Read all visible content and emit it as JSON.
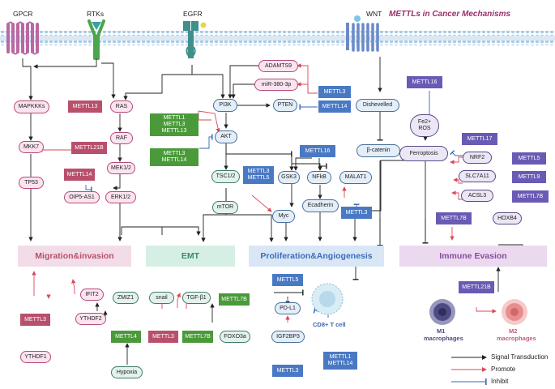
{
  "title": "METTLs in Cancer Mechanisms",
  "receptors": {
    "gpcr": "GPCR",
    "rtks": "RTKs",
    "egfr": "EGFR",
    "wnt": "WNT"
  },
  "nodes": {
    "mapkkks": "MAPKKKs",
    "mkk7": "MKK7",
    "tp53": "TP53",
    "ras": "RAS",
    "raf": "RAF",
    "mek12": "MEK1/2",
    "erk12": "ERK1/2",
    "oip5as1": "OIP5-AS1",
    "adamts9": "ADAMTS9",
    "mir380": "miR-380-3p",
    "pi3k": "PI3K",
    "pten": "PTEN",
    "akt": "AKT",
    "tsc12": "TSC1/2",
    "mtor": "mTOR",
    "gsk3": "GSK3",
    "nfkb": "NFkB",
    "malat1": "MALAT1",
    "myc": "Myc",
    "ecadherin": "Ecadherin",
    "dishevelled": "Dishevelled",
    "bcatenin": "β-catenin",
    "fe2ros_1": "Fe2+",
    "fe2ros_2": "ROS",
    "ferroptosis": "Ferroptosis",
    "nrf2": "NRF2",
    "slc7a11": "SLC7A11",
    "acsl3": "ACSL3",
    "hoxb4": "HOXB4",
    "ifit2": "IFIT2",
    "ythdf2": "YTHDF2",
    "ythdf1": "YTHDF1",
    "zmiz1": "ZMIZ1",
    "snail": "snail",
    "tgfb1": "TGF-β1",
    "foxo3a": "FOXO3a",
    "hypoxia": "Hypoxia",
    "pdl1": "PD-L1",
    "igf2bp3": "IGF2BP3"
  },
  "mettl": {
    "mettl13_ras": "METTL13",
    "mettl21b_mkk7": "METTL21B",
    "mettl14_oip": "METTL14",
    "mettl_akt_1": "METTL1",
    "mettl_akt_2": "METTL3",
    "mettl_akt_3": "METTL13",
    "mettl_akt2_1": "METTL3",
    "mettl_akt2_2": "METTL14",
    "mettl3_mir": "METTL3",
    "mettl14_pten": "METTL14",
    "mettl35_1": "METTL3",
    "mettl35_2": "METTL5",
    "mettl3_malat1": "METTL3",
    "mettl16_bcat": "METTL16",
    "mettl16_fe": "METTL16",
    "mettl17": "METTL17",
    "mettl5_nrf2": "METTL5",
    "mettl9": "METTL9",
    "mettl7b_acsl3": "METTL7B",
    "mettl7b_hoxb4": "METTL7B",
    "mettl3_mig": "METTL3",
    "mettl4": "METTL4",
    "mettl3_snail": "METTL3",
    "mettl7b_tgf": "METTL7B",
    "mettl7b_foxo": "METTL7B",
    "mettl5_pdl1": "METTL5",
    "mettl3_igf": "METTL3",
    "mettl1_14_1": "METTL1",
    "mettl1_14_2": "METTL14",
    "mettl21b_mac": "METTL21B"
  },
  "banners": {
    "migration": "Migration&invasion",
    "emt": "EMT",
    "proliferation": "Proliferation&Angiogenesis",
    "immune": "Immune Evasion"
  },
  "cells": {
    "cd8": "CD8+ T cell",
    "m1_1": "M1",
    "m1_2": "macrophages",
    "m2_1": "M2",
    "m2_2": "macrophages"
  },
  "legend": {
    "signal": "Signal Transduction",
    "promote": "Promote",
    "inhibit": "Inhibit"
  },
  "colors": {
    "title": "#9b2e6b",
    "signal": "#222222",
    "promote": "#d9485a",
    "inhibit": "#3a66b0"
  }
}
